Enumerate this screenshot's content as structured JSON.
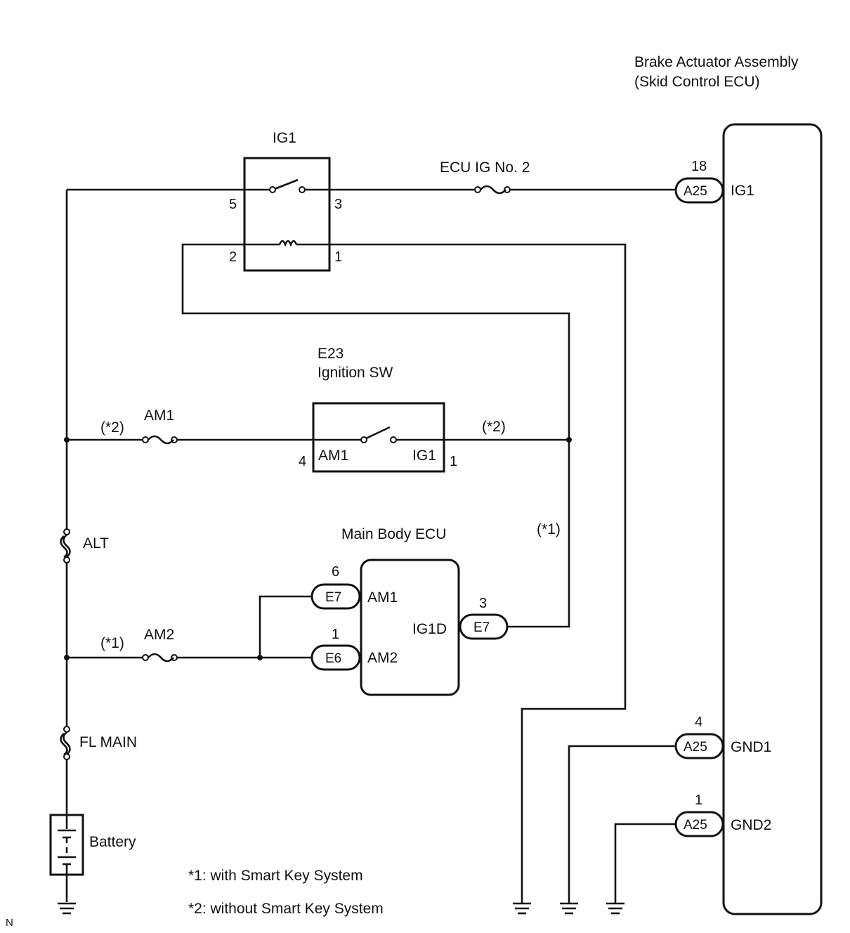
{
  "brake_actuator": {
    "title_line1": "Brake Actuator Assembly",
    "title_line2": "(Skid Control ECU)"
  },
  "ig1_relay": {
    "name": "IG1",
    "pin_5": "5",
    "pin_3": "3",
    "pin_2": "2",
    "pin_1": "1"
  },
  "fuses": {
    "ecu_ig_no2": "ECU IG No. 2",
    "am1": "AM1",
    "am2": "AM2",
    "alt": "ALT",
    "fl_main": "FL MAIN"
  },
  "ignition_sw": {
    "code": "E23",
    "name": "Ignition SW",
    "pin_am1_label": "AM1",
    "pin_ig1_label": "IG1",
    "pin_4": "4",
    "pin_1": "1"
  },
  "main_body_ecu": {
    "name": "Main Body ECU",
    "am1_pin": "6",
    "am1_conn": "E7",
    "am1_label": "AM1",
    "am2_pin": "1",
    "am2_conn": "E6",
    "am2_label": "AM2",
    "ig1d_pin": "3",
    "ig1d_conn": "E7",
    "ig1d_label": "IG1D"
  },
  "actuator_pins": {
    "ig1_pin": "18",
    "ig1_conn": "A25",
    "ig1_label": "IG1",
    "gnd1_pin": "4",
    "gnd1_conn": "A25",
    "gnd1_label": "GND1",
    "gnd2_pin": "1",
    "gnd2_conn": "A25",
    "gnd2_label": "GND2"
  },
  "markers": {
    "star2_am1": "(*2)",
    "star2_ig1": "(*2)",
    "star1_am2": "(*1)",
    "star1_branch": "(*1)"
  },
  "battery": {
    "label": "Battery"
  },
  "notes": {
    "note1": "*1: with Smart Key System",
    "note2": "*2: without Smart Key System"
  },
  "corner_mark": "N"
}
